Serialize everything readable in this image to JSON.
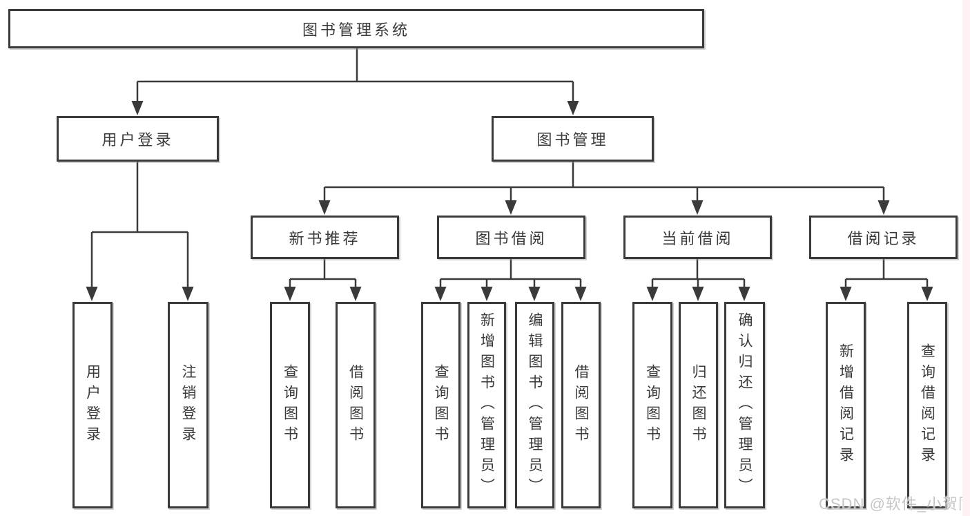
{
  "tree": {
    "root": {
      "label": "图书管理系统"
    },
    "level2": [
      {
        "label": "用户登录",
        "children": [
          "用户登录",
          "注销登录"
        ]
      },
      {
        "label": "图书管理",
        "groups": [
          {
            "label": "新书推荐",
            "children": [
              "查询图书",
              "借阅图书"
            ]
          },
          {
            "label": "图书借阅",
            "children": [
              "查询图书",
              "新增图书（管理员）",
              "编辑图书（管理员）",
              "借阅图书"
            ]
          },
          {
            "label": "当前借阅",
            "children": [
              "查询图书",
              "归还图书",
              "确认归还（管理员）"
            ]
          },
          {
            "label": "借阅记录",
            "children": [
              "新增借阅记录",
              "查询借阅记录"
            ]
          }
        ]
      }
    ]
  },
  "watermark": {
    "text": "CSDN @软件_小贺同学"
  },
  "colors": {
    "line": "#3a3a3a",
    "text": "#3a3a3a",
    "background": "#ffffff",
    "watermark": "#c6c6c8",
    "right_edge_strip": "#fdf1f3"
  }
}
